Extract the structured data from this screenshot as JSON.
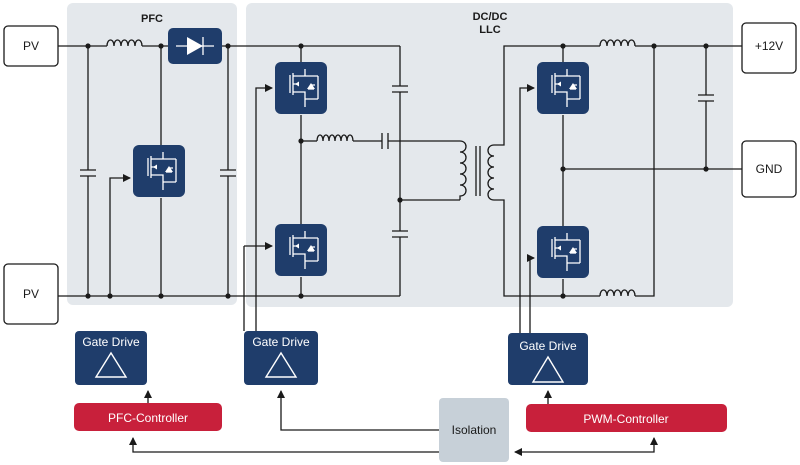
{
  "regions": {
    "pfc_title": "PFC",
    "dcdc_title_line1": "DC/DC",
    "dcdc_title_line2": "LLC"
  },
  "terminals": {
    "pv_top": "PV",
    "pv_bottom": "PV",
    "output_positive": "+12V",
    "output_ground": "GND"
  },
  "gate_drives": [
    "Gate Drive",
    "Gate Drive",
    "Gate Drive"
  ],
  "controllers": {
    "pfc": "PFC-Controller",
    "pwm": "PWM-Controller",
    "isolation": "Isolation"
  },
  "colors": {
    "region_background": "#e4e8ec",
    "component_blue": "#1f3d6b",
    "controller_red": "#c8203b",
    "isolation_gray": "#c7d0d8"
  }
}
